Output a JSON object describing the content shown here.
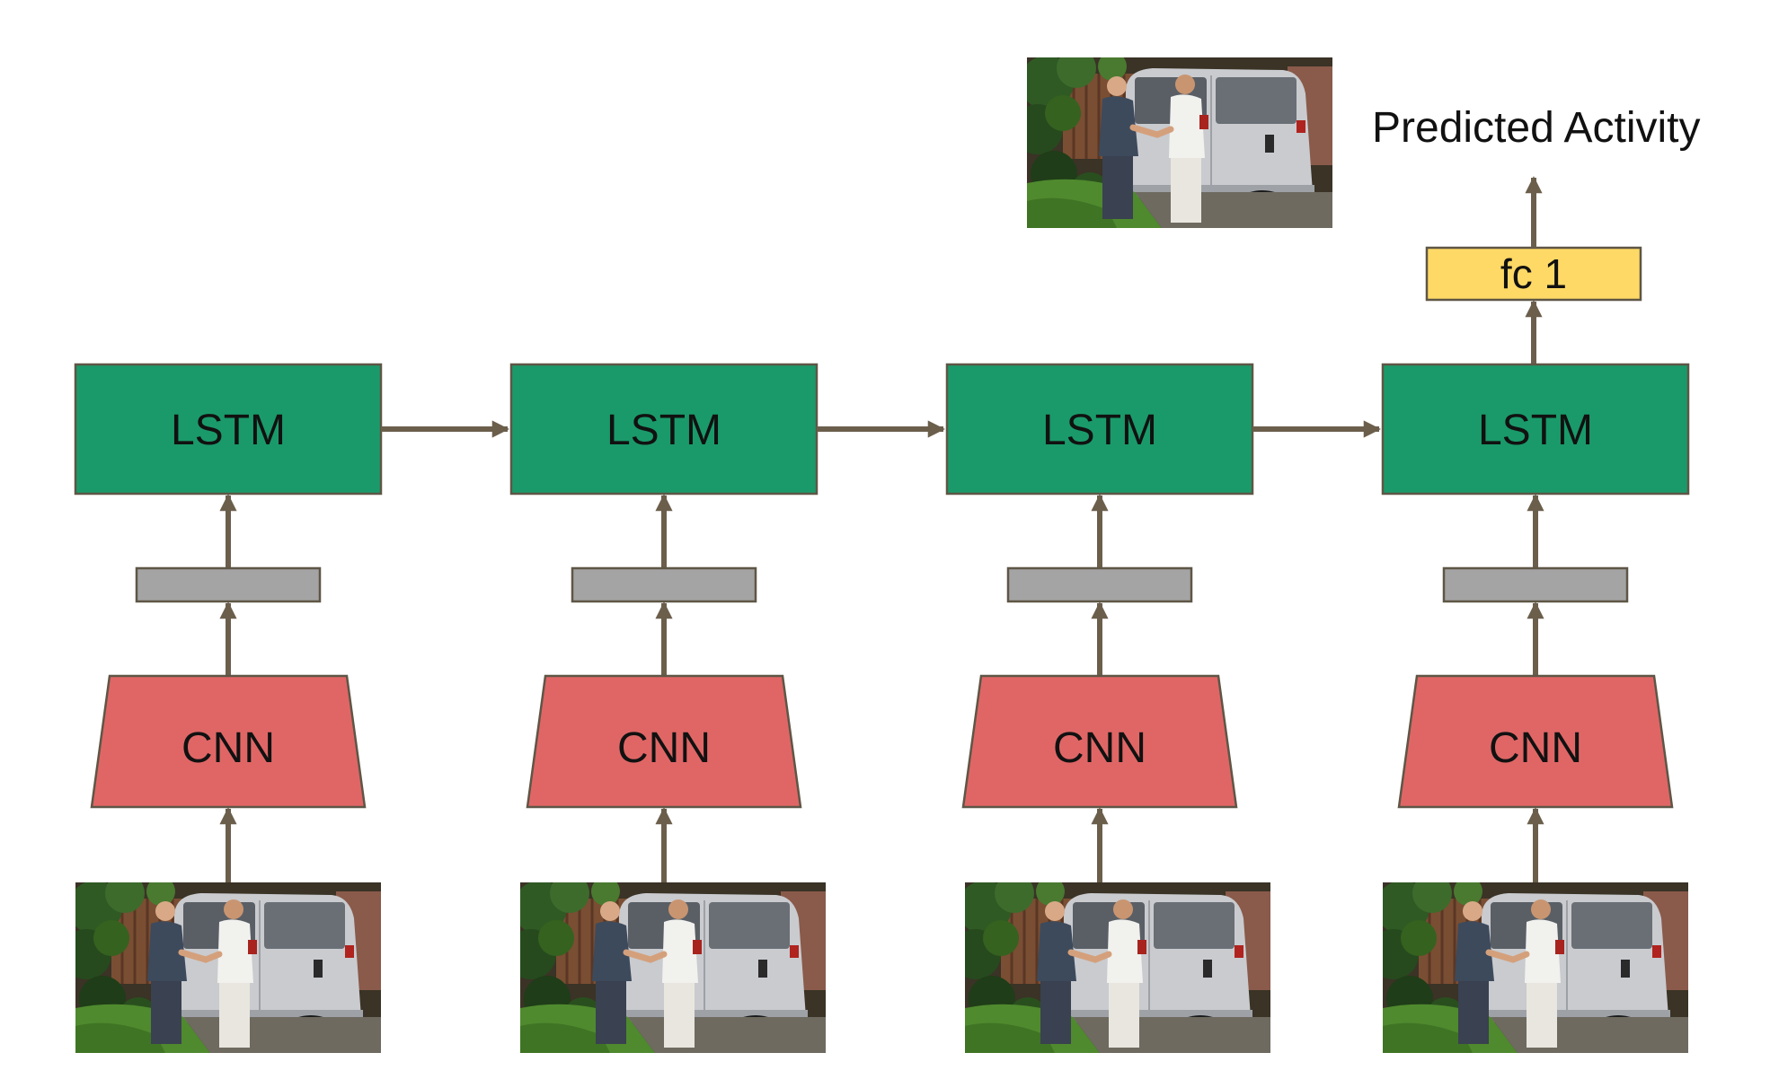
{
  "diagram": {
    "output_label": "Predicted Activity",
    "fc_label": "fc 1",
    "lstm_label": "LSTM",
    "cnn_label": "CNN",
    "timesteps": 4,
    "frame_image": "video frame: two men shaking hands beside a white van",
    "colors": {
      "lstm": "#1a9a6a",
      "cnn": "#e06666",
      "feature": "#a4a4a4",
      "fc": "#ffd966",
      "arrow": "#6b5f4c",
      "border": "#5e5646"
    }
  }
}
